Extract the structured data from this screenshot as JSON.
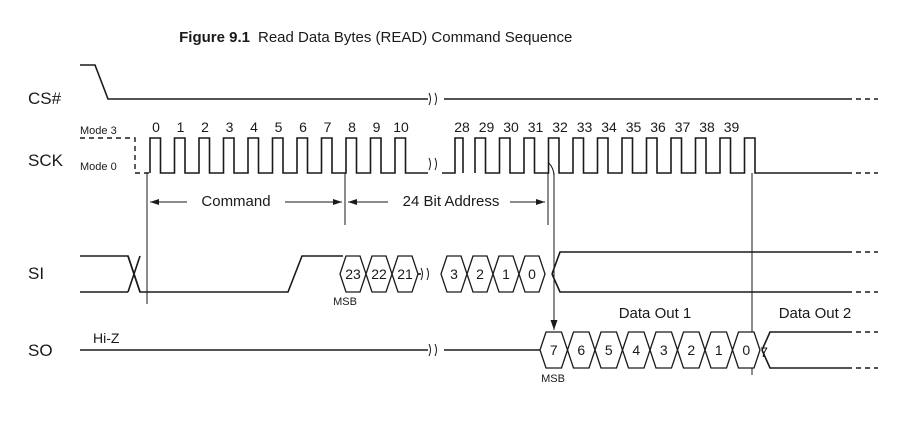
{
  "figure": {
    "number": "Figure 9.1",
    "title": "Read Data Bytes (READ) Command Sequence"
  },
  "signals": {
    "cs": "CS#",
    "sck": "SCK",
    "si": "SI",
    "so": "SO"
  },
  "mode_labels": {
    "mode3": "Mode 3",
    "mode0": "Mode 0"
  },
  "clock_numbers_first": [
    "0",
    "1",
    "2",
    "3",
    "4",
    "5",
    "6",
    "7",
    "8",
    "9",
    "10"
  ],
  "clock_numbers_second": [
    "28",
    "29",
    "30",
    "31",
    "32",
    "33",
    "34",
    "35",
    "36",
    "37",
    "38",
    "39"
  ],
  "phases": {
    "command": "Command",
    "address": "24 Bit Address",
    "data_out_1": "Data Out 1",
    "data_out_2": "Data Out 2"
  },
  "si_bits_first": [
    "23",
    "22",
    "21"
  ],
  "si_bits_last": [
    "3",
    "2",
    "1",
    "0"
  ],
  "so_bits": [
    "7",
    "6",
    "5",
    "4",
    "3",
    "2",
    "1",
    "0"
  ],
  "so_next_bit": "7",
  "msb": "MSB",
  "hi_z": "Hi-Z"
}
